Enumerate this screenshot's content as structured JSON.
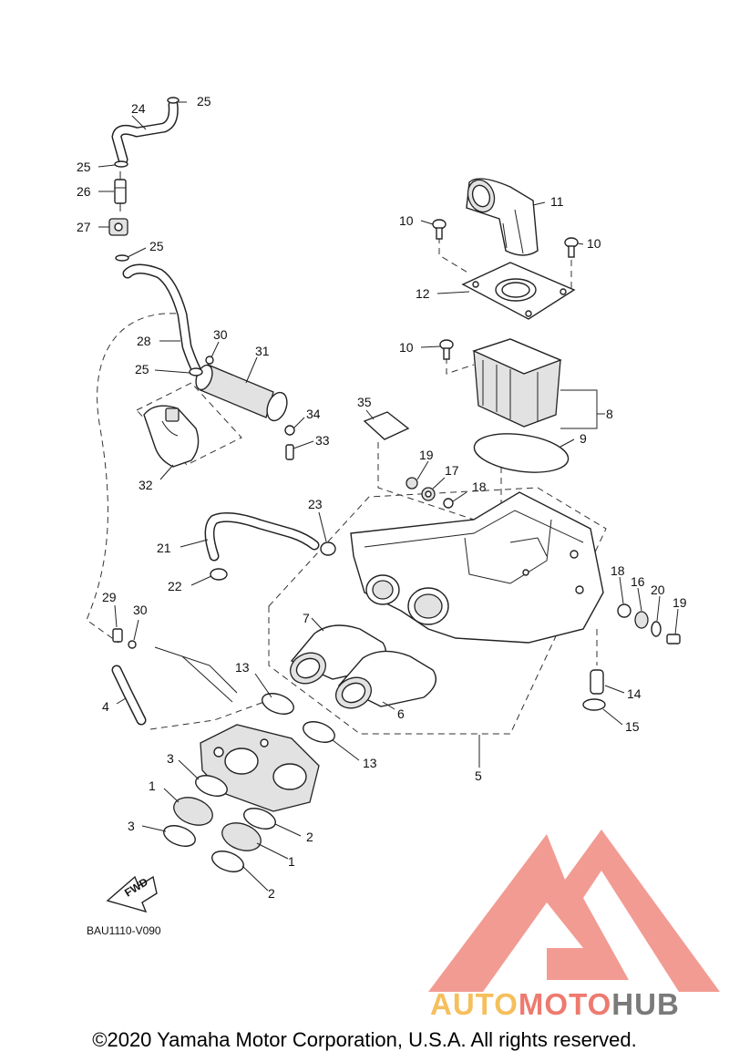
{
  "diagram": {
    "reference_code": "BAU1110-V090",
    "fwd_label": "FWD",
    "callouts": [
      "1",
      "2",
      "3",
      "4",
      "5",
      "6",
      "7",
      "8",
      "9",
      "10",
      "11",
      "12",
      "13",
      "14",
      "15",
      "16",
      "17",
      "18",
      "19",
      "20",
      "21",
      "22",
      "23",
      "24",
      "25",
      "26",
      "27",
      "28",
      "29",
      "30",
      "31",
      "32",
      "33",
      "34",
      "35"
    ]
  },
  "watermark": {
    "parts": [
      "AUTO",
      "MOTO",
      "HUB"
    ],
    "colors": {
      "auto": "#f5bf5c",
      "moto": "#ee7a6f",
      "hub": "#7a7a7a",
      "logo": "#f08a80"
    }
  },
  "copyright": "©2020 Yamaha Motor Corporation, U.S.A. All rights reserved."
}
